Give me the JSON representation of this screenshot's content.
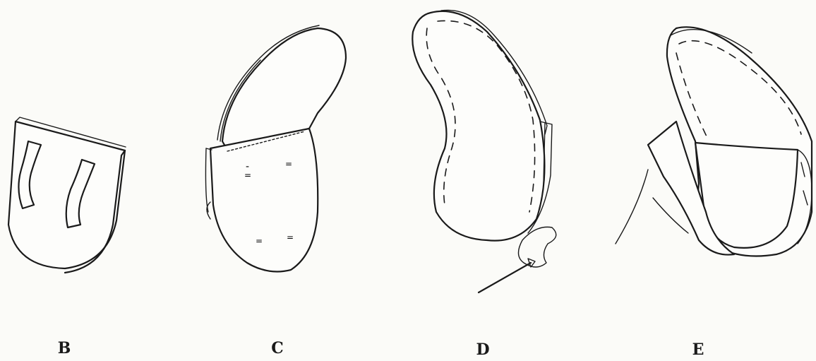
{
  "figures": [
    {
      "id": "B",
      "label": "B"
    },
    {
      "id": "C",
      "label": "C"
    },
    {
      "id": "D",
      "label": "D"
    },
    {
      "id": "E",
      "label": "E"
    }
  ]
}
